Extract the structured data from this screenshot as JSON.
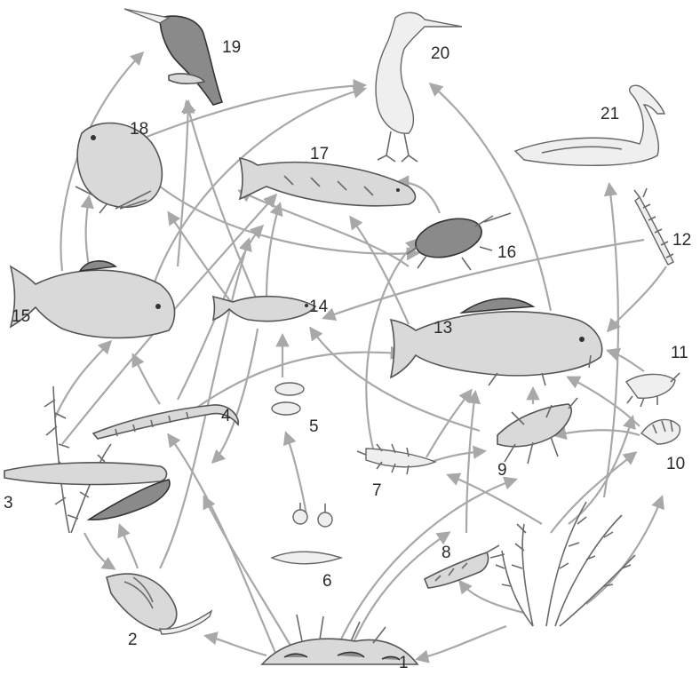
{
  "labels": {
    "n1": "1",
    "n2": "2",
    "n3": "3",
    "n4": "4",
    "n5": "5",
    "n6": "6",
    "n7": "7",
    "n8": "8",
    "n9": "9",
    "n10": "10",
    "n11": "11",
    "n12": "12",
    "n13": "13",
    "n14": "14",
    "n15": "15",
    "n16": "16",
    "n17": "17",
    "n18": "18",
    "n19": "19",
    "n20": "20",
    "n21": "21"
  },
  "colors": {
    "arrow": "#a8a8a8",
    "ink": "#555555"
  },
  "icons": [
    "detritus-icon",
    "snail-icon",
    "pondweed-icon",
    "worm-icon",
    "bacteria-icon",
    "algae-icon",
    "mayfly-larva-icon",
    "caddis-larva-icon",
    "dragonfly-nymph-icon",
    "water-louse-icon",
    "water-flea-icon",
    "mosquito-larva-icon",
    "carp-icon",
    "minnow-icon",
    "rudd-icon",
    "water-beetle-icon",
    "pike-icon",
    "frog-icon",
    "kingfisher-icon",
    "heron-icon",
    "swan-icon"
  ]
}
